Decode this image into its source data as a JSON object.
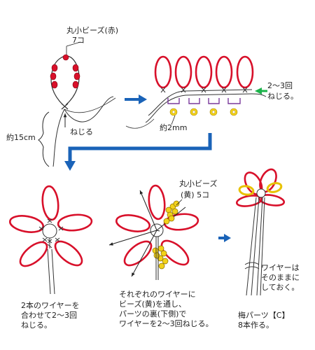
{
  "step1": {
    "label_beads": [
      "丸小ビーズ(赤)",
      "7コ"
    ],
    "label_twist": "ねじる",
    "label_length": "約15cm"
  },
  "step2": {
    "label_twist": [
      "2〜3回",
      "ねじる。"
    ],
    "label_spacing": "約2mm"
  },
  "step3": {
    "caption": [
      "2本のワイヤーを",
      "合わせて2〜3回",
      "ねじる。"
    ]
  },
  "step4": {
    "label_beads": [
      "丸小ビーズ",
      "(黄) 5コ"
    ],
    "caption": [
      "それぞれのワイヤーに",
      "ビーズ(黄)を通し、",
      "パーツの裏(下側)で",
      "ワイヤーを2〜3回ねじる。"
    ]
  },
  "step5": {
    "label_wire": [
      "ワイヤーは",
      "そのままに",
      "しておく。"
    ],
    "caption": [
      "梅パーツ【C】",
      "8本作る。"
    ]
  },
  "colors": {
    "bead_red": "#d8102a",
    "bead_yellow": "#f2d21a",
    "arrow_blue": "#1a63b8",
    "arrow_green": "#1bb34a",
    "bracket_purple": "#7a3a9c"
  }
}
